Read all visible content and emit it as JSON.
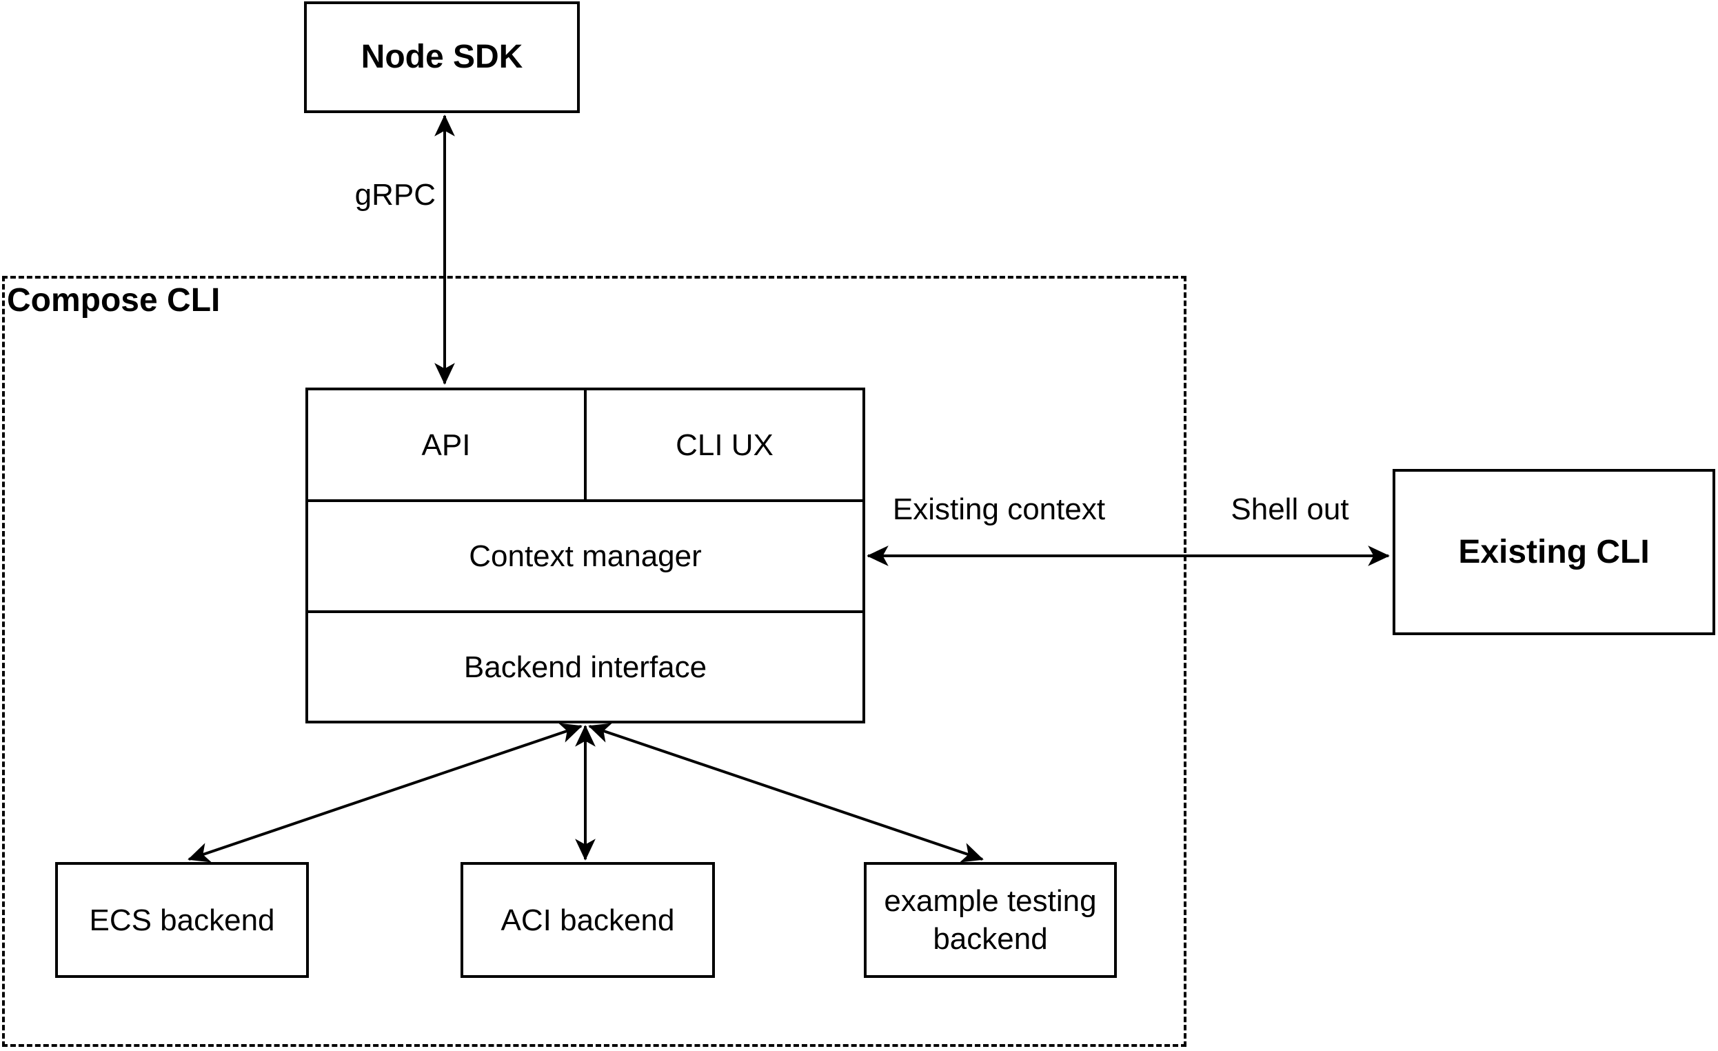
{
  "colors": {
    "stroke": "#000000",
    "background": "#ffffff",
    "text": "#000000"
  },
  "nodes": {
    "node_sdk": {
      "label": "Node SDK"
    },
    "compose_cli": {
      "label": "Compose CLI"
    },
    "api": {
      "label": "API"
    },
    "cli_ux": {
      "label": "CLI UX"
    },
    "context_manager": {
      "label": "Context manager"
    },
    "backend_interface": {
      "label": "Backend interface"
    },
    "ecs_backend": {
      "label": "ECS backend"
    },
    "aci_backend": {
      "label": "ACI backend"
    },
    "example_testing_backend": {
      "label": "example testing backend"
    },
    "existing_cli": {
      "label": "Existing CLI"
    }
  },
  "edges": {
    "grpc": {
      "label": "gRPC",
      "from": "Node SDK",
      "to": "API",
      "style": "double-arrow"
    },
    "context_to_existing_cli": {
      "label_left": "Existing context",
      "label_right": "Shell out",
      "from": "Context manager",
      "to": "Existing CLI",
      "style": "double-arrow"
    },
    "backend_to_ecs": {
      "from": "Backend interface",
      "to": "ECS backend",
      "style": "double-arrow"
    },
    "backend_to_aci": {
      "from": "Backend interface",
      "to": "ACI backend",
      "style": "double-arrow"
    },
    "backend_to_example": {
      "from": "Backend interface",
      "to": "example testing backend",
      "style": "double-arrow"
    }
  }
}
